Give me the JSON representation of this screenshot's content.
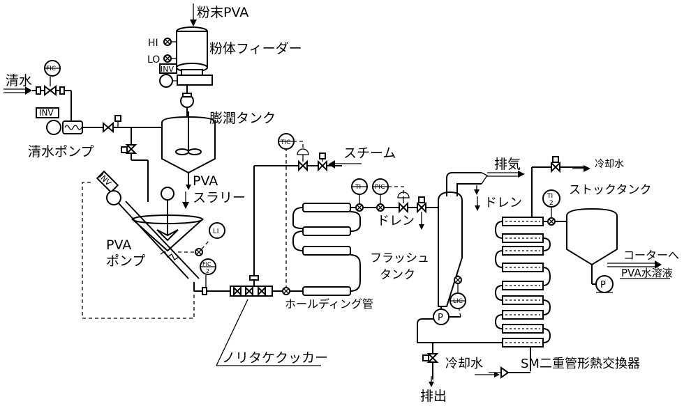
{
  "labels": {
    "powder_pva": "粉末PVA",
    "powder_feeder": "粉体フィーダー",
    "hi": "HI",
    "lo": "LO",
    "inv_feeder": "INV",
    "fresh_water": "清水",
    "fic_water": "FIC",
    "inv_pump": "INV",
    "fresh_water_pump": "清水ポンプ",
    "swelling_tank": "膨潤タンク",
    "pva_slurry_1": "PVA",
    "pva_slurry_2": "スラリー",
    "tic": "TIC",
    "steam": "スチーム",
    "inv_pva_pump": "INV",
    "pva_pump_1": "PVA",
    "pva_pump_2": "ポンプ",
    "li": "LI",
    "fic_pva_1": "FIC",
    "fic_pva_2": "2",
    "noritake_cooker": "ノリタケクッカー",
    "holding_pipe": "ホールディング管",
    "ti_flash": "TI",
    "pic": "PIC",
    "drain_1": "ドレン",
    "exhaust": "排気",
    "drain_2": "ドレン",
    "flash_tank_1": "フラッシュ",
    "flash_tank_2": "タンク",
    "lic": "LIC",
    "p_flash": "P",
    "cooling_water_top": "冷却水",
    "ti2_1": "TI",
    "ti2_2": "2",
    "stock_tank": "ストックタンク",
    "to_coater": "コーターへ",
    "pva_solution": "PVA水溶液",
    "p_stock": "P",
    "cooling_water_bottom": "冷却水",
    "sm_heat_exchanger": "SM二重管形熱交換器",
    "discharge": "排出"
  }
}
